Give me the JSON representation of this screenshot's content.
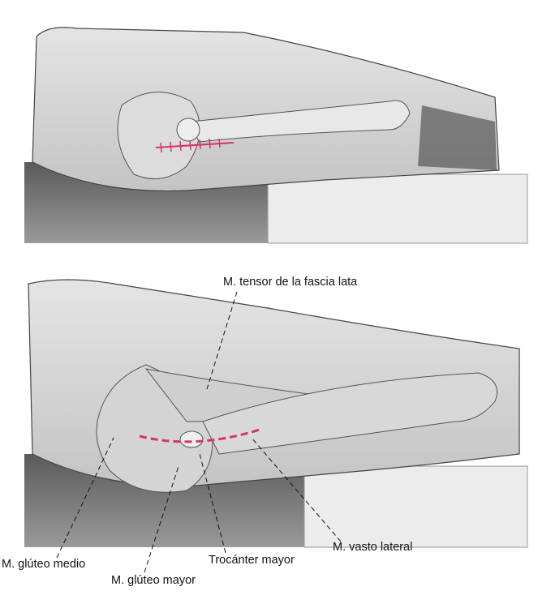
{
  "labels": {
    "tensor": "M. tensor de la fascia lata",
    "vasto": "M. vasto lateral",
    "trocanter": "Trocánter mayor",
    "gluteo_medio": "M. glúteo medio",
    "gluteo_mayor": "M. glúteo mayor"
  },
  "colors": {
    "incision": "#d6336c",
    "skin": "#d9d9d9",
    "table": "#6e6e6e"
  }
}
